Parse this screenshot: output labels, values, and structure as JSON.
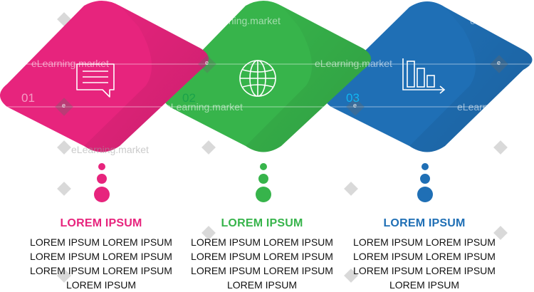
{
  "watermark": {
    "text": "eLearning.market",
    "badge": "e"
  },
  "colors": {
    "pink": "#e7247d",
    "green": "#37b44b",
    "blue": "#1f6fb5"
  },
  "steps": [
    {
      "number": "01",
      "icon": "chat-bubble-icon",
      "color": "#e7247d",
      "heading": "LOREM IPSUM",
      "lines": [
        "LOREM IPSUM LOREM IPSUM",
        "LOREM IPSUM LOREM IPSUM",
        "LOREM IPSUM LOREM IPSUM",
        "LOREM IPSUM"
      ]
    },
    {
      "number": "02",
      "icon": "globe-icon",
      "color": "#37b44b",
      "heading": "LOREM IPSUM",
      "lines": [
        "LOREM IPSUM LOREM IPSUM",
        "LOREM IPSUM LOREM IPSUM",
        "LOREM IPSUM LOREM IPSUM",
        "LOREM IPSUM"
      ]
    },
    {
      "number": "03",
      "icon": "bar-chart-icon",
      "color": "#1f6fb5",
      "heading": "LOREM IPSUM",
      "lines": [
        "LOREM IPSUM LOREM IPSUM",
        "LOREM IPSUM LOREM IPSUM",
        "LOREM IPSUM LOREM IPSUM",
        "LOREM IPSUM"
      ]
    }
  ]
}
